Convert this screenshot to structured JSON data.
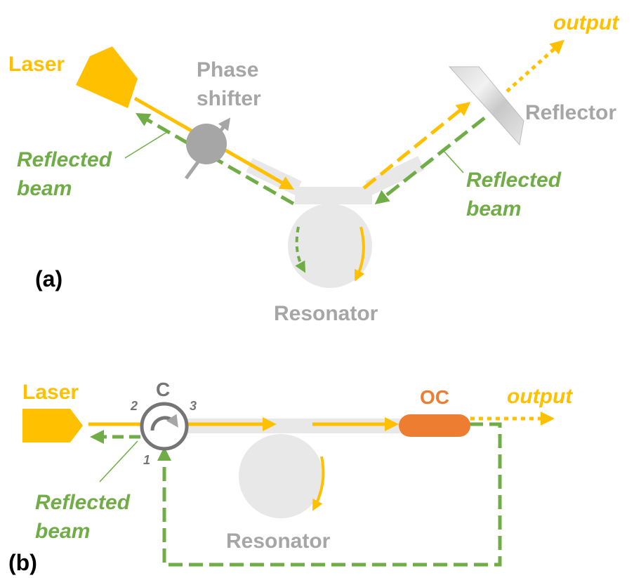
{
  "colors": {
    "laser": "#FFC000",
    "reflected": "#70AD47",
    "component": "#A6A6A6",
    "waveguide": "#E8E8E8",
    "oc": "#ED7D31",
    "label_dark": "#000000"
  },
  "panel_a": {
    "label": "(a)",
    "laser_label": "Laser",
    "phase_shifter_line1": "Phase",
    "phase_shifter_line2": "shifter",
    "reflector_label": "Reflector",
    "output_label": "output",
    "reflected_left_line1": "Reflected",
    "reflected_left_line2": "beam",
    "reflected_right_line1": "Reflected",
    "reflected_right_line2": "beam",
    "resonator_label": "Resonator"
  },
  "panel_b": {
    "label": "(b)",
    "laser_label": "Laser",
    "circulator_label": "C",
    "port_1": "1",
    "port_2": "2",
    "port_3": "3",
    "oc_label": "OC",
    "output_label": "output",
    "reflected_line1": "Reflected",
    "reflected_line2": "beam",
    "resonator_label": "Resonator"
  }
}
